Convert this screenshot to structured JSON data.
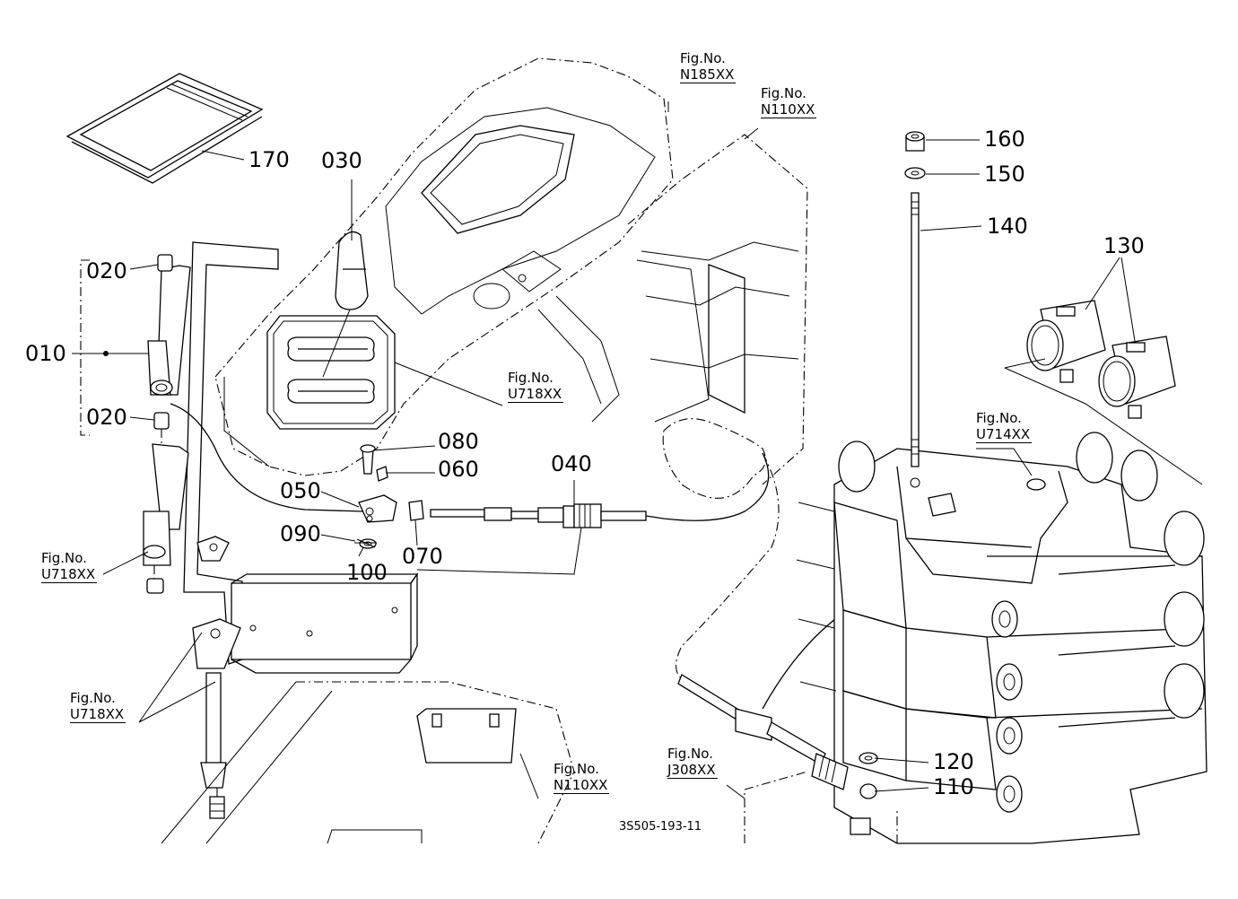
{
  "parts": {
    "p010": "010",
    "p020a": "020",
    "p020b": "020",
    "p030": "030",
    "p040": "040",
    "p050": "050",
    "p060": "060",
    "p070": "070",
    "p080": "080",
    "p090": "090",
    "p100": "100",
    "p110": "110",
    "p120": "120",
    "p130": "130",
    "p140": "140",
    "p150": "150",
    "p160": "160",
    "p170": "170"
  },
  "figrefs": {
    "fig_label": "Fig.No.",
    "n185": "N185XX",
    "n110a": "N110XX",
    "n110b": "N110XX",
    "u718a": "U718XX",
    "u718b": "U718XX",
    "u718c": "U718XX",
    "u714": "U714XX",
    "j308": "J308XX"
  },
  "document_number": "3S505-193-11"
}
